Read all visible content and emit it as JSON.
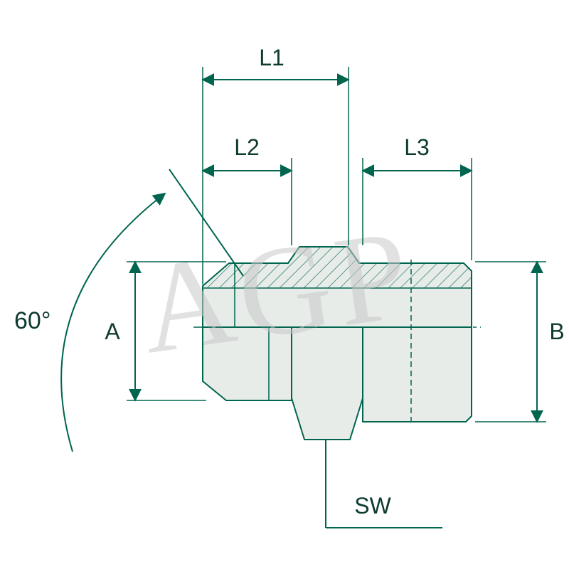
{
  "diagram": {
    "type": "technical-drawing",
    "watermark": "AGP",
    "labels": {
      "l1": "L1",
      "l2": "L2",
      "l3": "L3",
      "a": "A",
      "b": "B",
      "sw": "SW",
      "angle": "60°"
    },
    "colors": {
      "line": "#00654F",
      "text": "#0E3A30",
      "fill": "#E7ECE9",
      "watermark": "#C9C9C9"
    }
  }
}
